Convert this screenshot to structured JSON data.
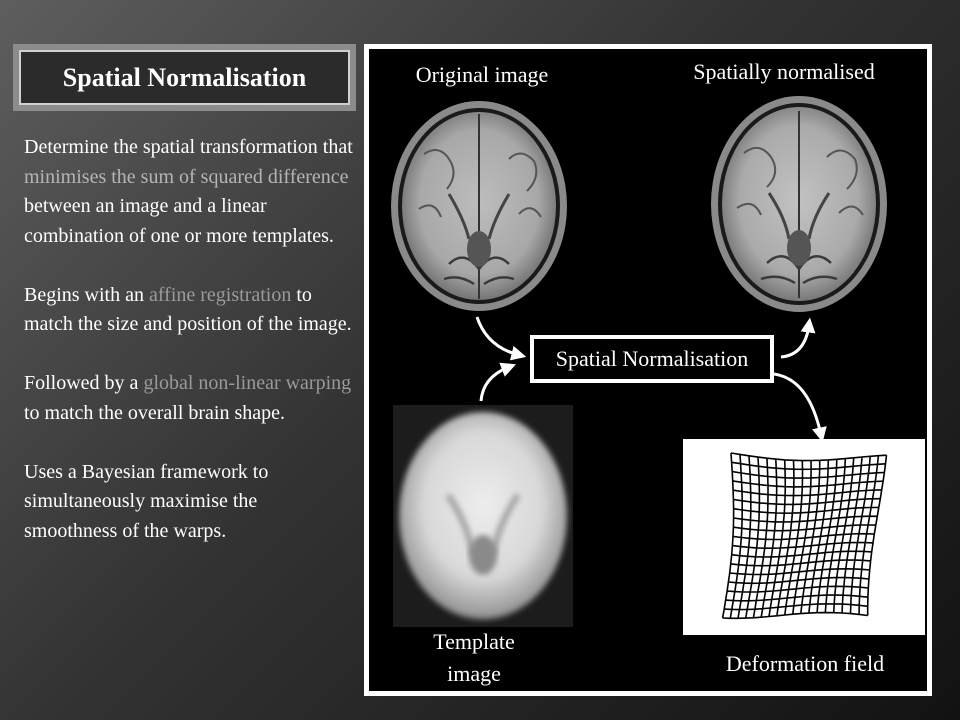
{
  "slide": {
    "title": "Spatial Normalisation",
    "paragraphs": [
      {
        "s1": "Determine the spatial transformation that ",
        "h1": "minimises the sum of squared difference",
        "s2": " between an image and a linear combination of one or more templates."
      },
      {
        "s1": "Begins with an ",
        "h1": "affine registration",
        "s2": " to match the size and position of the image."
      },
      {
        "s1": "Followed by a ",
        "h1": "global non-linear warping",
        "s2": " to match the overall brain shape."
      },
      {
        "s1": "Uses a Bayesian framework to simultaneously ",
        "h1": "maximise the smoothness",
        "s2": " of the warps."
      }
    ]
  },
  "diagram": {
    "original_label": "Original image",
    "normalised_label": "Spatially normalised",
    "center_box": "Spatial Normalisation",
    "template_label_line1": "Template",
    "template_label_line2": "image",
    "deformation_label": "Deformation field"
  },
  "colors": {
    "highlight": "#b5b5b5",
    "highlight_dim": "#9a9a9a",
    "panel_bg": "#000000",
    "panel_border": "#ffffff"
  }
}
